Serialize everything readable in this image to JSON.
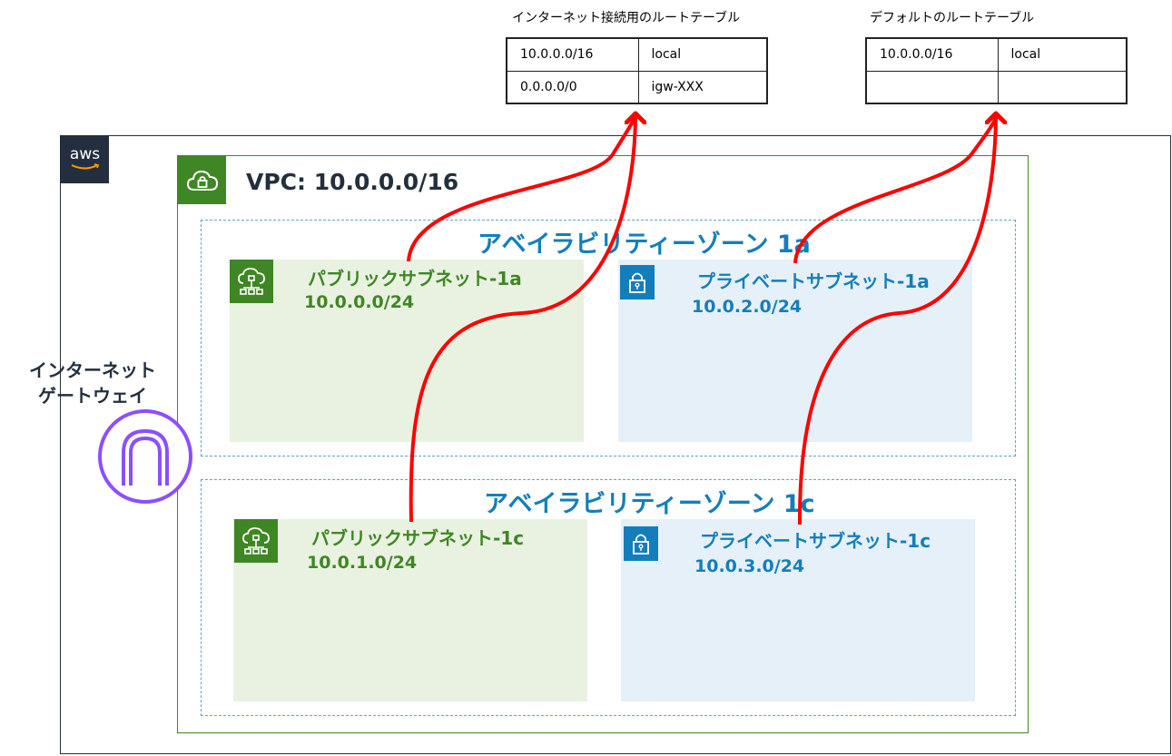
{
  "route_tables": {
    "internet": {
      "title": "インターネット接続用のルートテーブル",
      "rows": [
        {
          "destination": "10.0.0.0/16",
          "target": "local"
        },
        {
          "destination": "0.0.0.0/0",
          "target": "igw-XXX"
        }
      ]
    },
    "default": {
      "title": "デフォルトのルートテーブル",
      "rows": [
        {
          "destination": "10.0.0.0/16",
          "target": "local"
        },
        {
          "destination": "",
          "target": ""
        }
      ]
    }
  },
  "aws": {
    "logo_text": "aws"
  },
  "vpc": {
    "label": "VPC: 10.0.0.0/16"
  },
  "availability_zones": [
    {
      "label": "アベイラビリティーゾーン 1a",
      "public_subnet": {
        "name": "パブリックサブネット-1a",
        "cidr": "10.0.0.0/24"
      },
      "private_subnet": {
        "name": "プライベートサブネット-1a",
        "cidr": "10.0.2.0/24"
      }
    },
    {
      "label": "アベイラビリティーゾーン 1c",
      "public_subnet": {
        "name": "パブリックサブネット-1c",
        "cidr": "10.0.1.0/24"
      },
      "private_subnet": {
        "name": "プライベートサブネット-1c",
        "cidr": "10.0.3.0/24"
      }
    }
  ],
  "internet_gateway": {
    "label_line1": "インターネット",
    "label_line2": "ゲートウェイ"
  },
  "colors": {
    "public": "#3f8624",
    "private": "#147eba",
    "arrow": "#ff0000",
    "aws_dark": "#232f3e"
  }
}
